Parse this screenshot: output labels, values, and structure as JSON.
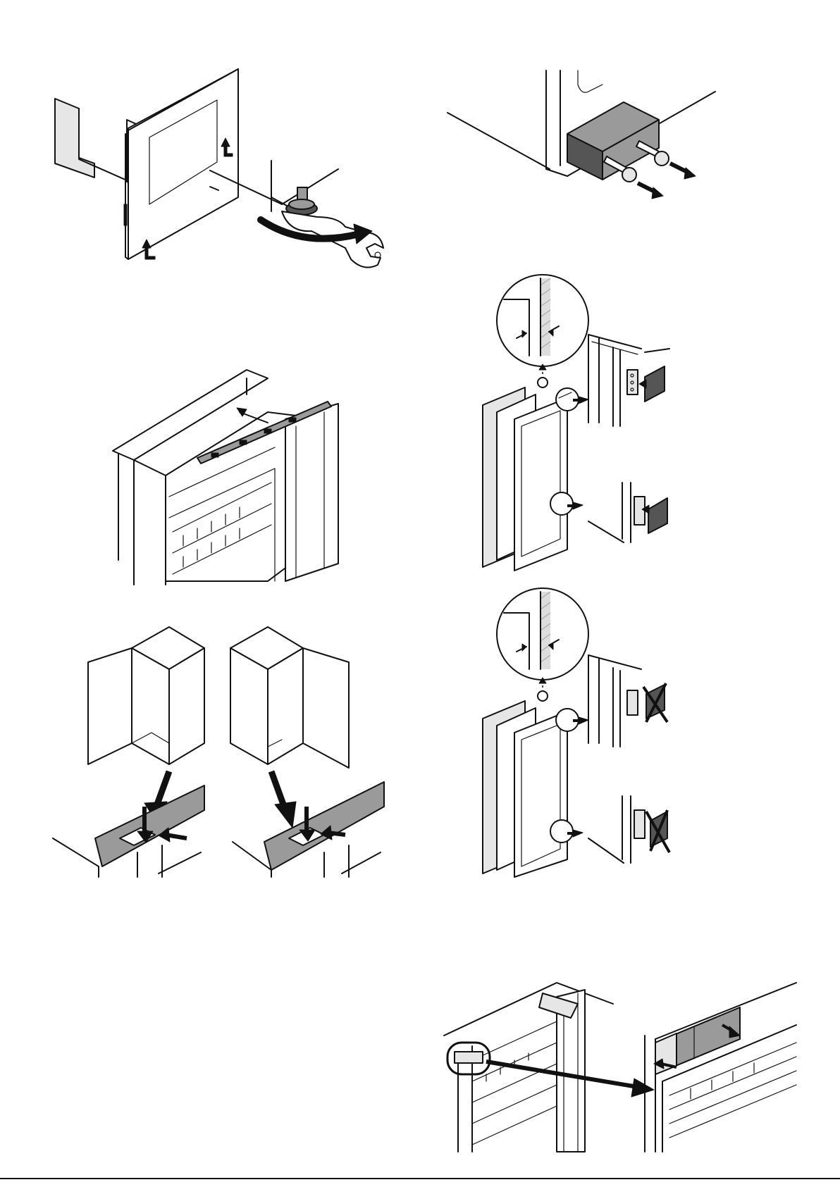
{
  "page": {
    "background": "#ffffff",
    "ink_color": "#111111",
    "panel_grey": "#9a9a9a"
  },
  "figures": [
    {
      "id": "fig-1",
      "icon": "adjust-leveling-feet-with-wrench"
    },
    {
      "id": "fig-2",
      "icon": "remove-bracket-screws"
    },
    {
      "id": "fig-3",
      "icon": "mount-top-rail"
    },
    {
      "id": "fig-4",
      "icon": "check-door-gap-with-clip"
    },
    {
      "id": "fig-5",
      "icon": "left-right-door-hinge-clip"
    },
    {
      "id": "fig-6",
      "icon": "check-door-gap-without-clip"
    },
    {
      "id": "fig-7",
      "icon": "remove-top-cover"
    }
  ]
}
